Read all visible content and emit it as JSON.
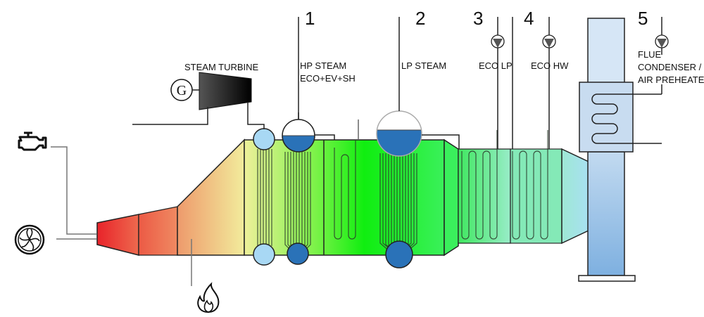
{
  "diagram": {
    "title": "HRSG flue gas heat recovery schematic",
    "labels": {
      "steam_turbine": "STEAM TURBINE",
      "generator": "G",
      "hp_steam_line1": "HP STEAM",
      "hp_steam_line2": "ECO+EV+SH",
      "lp_steam": "LP STEAM",
      "eco_lp": "ECO LP",
      "eco_hw": "ECO HW",
      "flue_line1": "FLUE",
      "flue_line2": "CONDENSER /",
      "flue_line3": "AIR PREHEATER"
    },
    "stage_numbers": [
      "1",
      "2",
      "3",
      "4",
      "5"
    ],
    "icons": [
      "engine-icon",
      "turbine-fan-icon",
      "flame-icon",
      "generator-icon",
      "pump-icon"
    ],
    "colors": {
      "hot": "#e8232a",
      "warm": "#f0a070",
      "mid": "#eef09a",
      "green": "#12f012",
      "teal": "#8fe8c0",
      "cool": "#a8e4f0",
      "stack": "#bcd4ec",
      "drum_water": "#2a72b8",
      "header_light": "#a8d8f4"
    }
  }
}
